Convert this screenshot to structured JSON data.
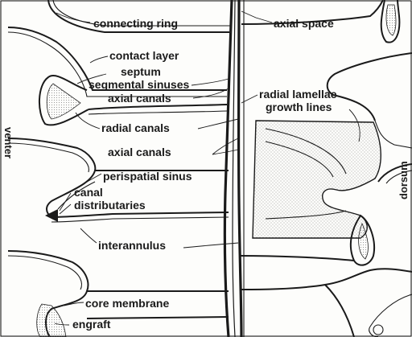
{
  "labels": {
    "connecting_ring": "connecting ring",
    "axial_space": "axial space",
    "contact_layer": "contact layer",
    "septum": "septum",
    "segmental_sinuses": "segmental sinuses",
    "axial_canals_upper": "axial canals",
    "radial_lamellae": "radial lamellae",
    "growth_lines": "growth lines",
    "radial_canals": "radial canals",
    "axial_canals_lower": "axial canals",
    "perispatial_sinus": "perispatial sinus",
    "canal": "canal",
    "distributaries": "distributaries",
    "interannulus": "interannulus",
    "core_membrane": "core membrane",
    "engraft": "engraft"
  },
  "side_labels": {
    "venter": "venter",
    "dorsum": "dorsum"
  },
  "colors": {
    "ink": "#1a1a1a",
    "paper": "#fdfdfb",
    "stipple": "#8a8a8a"
  }
}
